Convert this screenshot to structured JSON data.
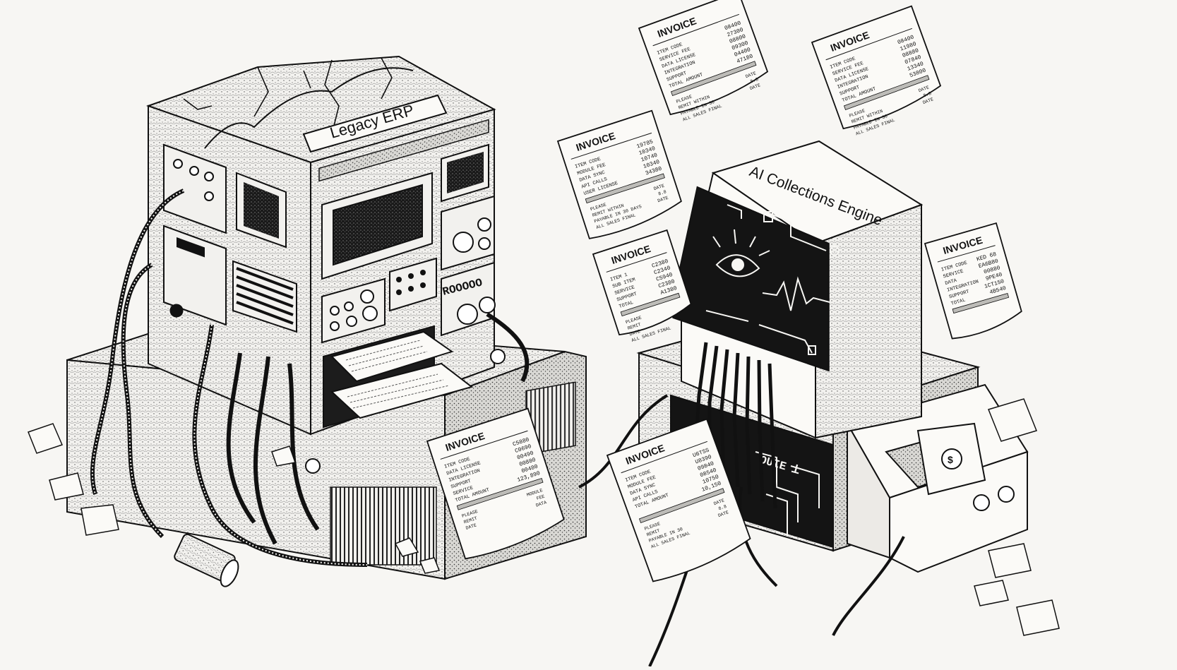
{
  "scene": {
    "legacy_label": "Legacy ERP",
    "ai_label": "AI Collections Engine",
    "legacy_dial_text": "ROOOOO",
    "ai_panel_text": "OUIE ꓕ",
    "ink_color": "#111111",
    "paper_color": "#f7f6f3"
  },
  "invoices": [
    {
      "title": "INVOICE",
      "lines": [
        [
          "ITEM CODE",
          "08400"
        ],
        [
          "SERVICE FEE",
          "27300"
        ],
        [
          "DATA LICENSE",
          "08800"
        ],
        [
          "INTEGRATION",
          "09300"
        ],
        [
          "SUPPORT",
          "04400"
        ],
        [
          "TOTAL AMOUNT",
          "47180"
        ]
      ],
      "footer": [
        "PLEASE",
        "REMIT WITHIN",
        "PAYABLE IN 30",
        "ALL SALES FINAL"
      ],
      "footer_right": [
        "DATE",
        "8.8",
        "DATE"
      ]
    },
    {
      "title": "INVOICE",
      "lines": [
        [
          "ITEM CODE",
          "08400"
        ],
        [
          "SERVICE FEE",
          "11980"
        ],
        [
          "DATA LICENSE",
          "08880"
        ],
        [
          "INTEGRATION",
          "07840"
        ],
        [
          "SUPPORT",
          "13340"
        ],
        [
          "TOTAL AMOUNT",
          "53800"
        ]
      ],
      "footer": [
        "PLEASE",
        "REMIT WITHIN",
        "PAYABLE IN 30",
        "ALL SALES FINAL"
      ],
      "footer_right": [
        "DATE",
        "8.8",
        "DATE"
      ]
    },
    {
      "title": "INVOICE",
      "lines": [
        [
          "ITEM CODE",
          "19785"
        ],
        [
          "MODULE FEE",
          "10340"
        ],
        [
          "DATA SYNC",
          "10740"
        ],
        [
          "API CALLS",
          "10340"
        ],
        [
          "USER LICENSE",
          "34380"
        ]
      ],
      "footer": [
        "PLEASE",
        "REMIT WITHIN",
        "PAYABLE IN 30 DAYS",
        "ALL SALES FINAL"
      ],
      "footer_right": [
        "DATE",
        "8.8",
        "DATE"
      ]
    },
    {
      "title": "INVOICE",
      "lines": [
        [
          "ITEM 1",
          "C2380"
        ],
        [
          "SUB ITEM",
          "C2340"
        ],
        [
          "SERVICE",
          "C5940"
        ],
        [
          "SUPPORT",
          "C2380"
        ],
        [
          "TOTAL",
          "A1380"
        ]
      ],
      "footer": [
        "PLEASE",
        "REMIT",
        "DATE",
        "ALL SALES FINAL"
      ],
      "footer_right": []
    },
    {
      "title": "INVOICE",
      "lines": [
        [
          "ITEM CODE",
          "KED 68"
        ],
        [
          "SERVICE",
          "EA6B80"
        ],
        [
          "DATA",
          "00880"
        ],
        [
          "INTEGRATION",
          "9PE40"
        ],
        [
          "SUPPORT",
          "1CT150"
        ],
        [
          "TOTAL",
          "4B540"
        ]
      ],
      "footer": [],
      "footer_right": []
    },
    {
      "title": "INVOICE",
      "lines": [
        [
          "ITEM CODE",
          "C5880"
        ],
        [
          "DATA LICENSE",
          "C0690"
        ],
        [
          "INTEGRATION",
          "00490"
        ],
        [
          "SUPPORT",
          "00880"
        ],
        [
          "SERVICE",
          "00480"
        ],
        [
          "TOTAL AMOUNT",
          "123,890"
        ]
      ],
      "footer": [
        "PLEASE",
        "REMIT",
        "DATE"
      ],
      "footer_right": [
        "MODULE",
        "FEE",
        "DATA"
      ]
    },
    {
      "title": "INVOICE",
      "lines": [
        [
          "ITEM CODE",
          "U6TSS"
        ],
        [
          "MODULE FEE",
          "U8390"
        ],
        [
          "DATA SYNC",
          "09840"
        ],
        [
          "API CALLS",
          "08540"
        ],
        [
          "TOTAL AMOUNT",
          "10750"
        ],
        [
          "",
          "10,150"
        ]
      ],
      "footer": [
        "PLEASE",
        "REMIT",
        "PAYABLE IN 30",
        "ALL SALES FINAL"
      ],
      "footer_right": [
        "DATE",
        "8.8",
        "DATE"
      ]
    }
  ]
}
